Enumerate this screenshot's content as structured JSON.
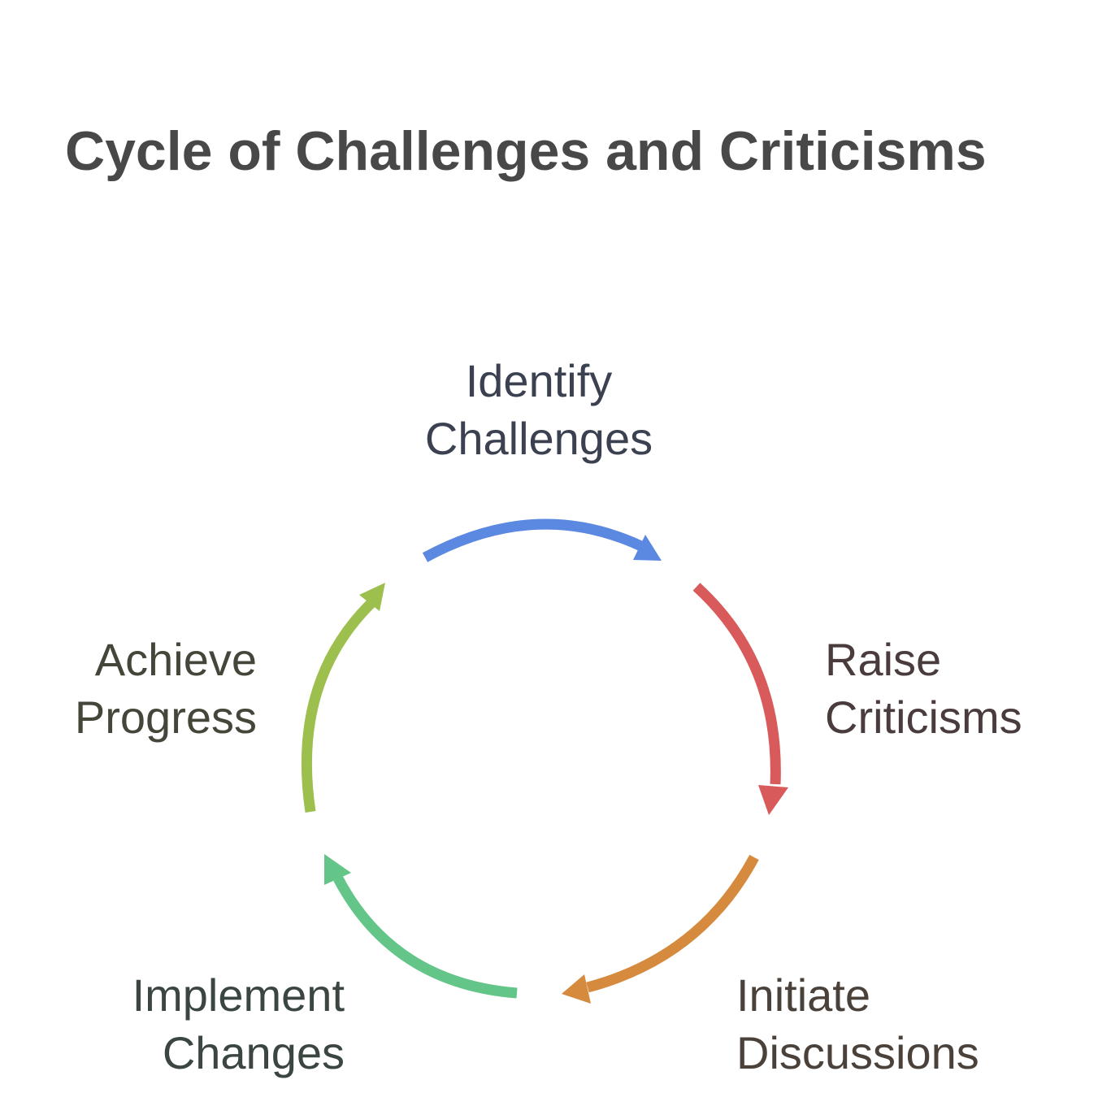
{
  "title": "Cycle of Challenges and Criticisms",
  "stages": [
    {
      "line1": "Identify",
      "line2": "Challenges",
      "color": "#5b88e0"
    },
    {
      "line1": "Raise",
      "line2": "Criticisms",
      "color": "#d95a5a"
    },
    {
      "line1": "Initiate",
      "line2": "Discussions",
      "color": "#d68a3e"
    },
    {
      "line1": "Implement",
      "line2": "Changes",
      "color": "#63c587"
    },
    {
      "line1": "Achieve",
      "line2": "Progress",
      "color": "#9cbf4d"
    }
  ]
}
